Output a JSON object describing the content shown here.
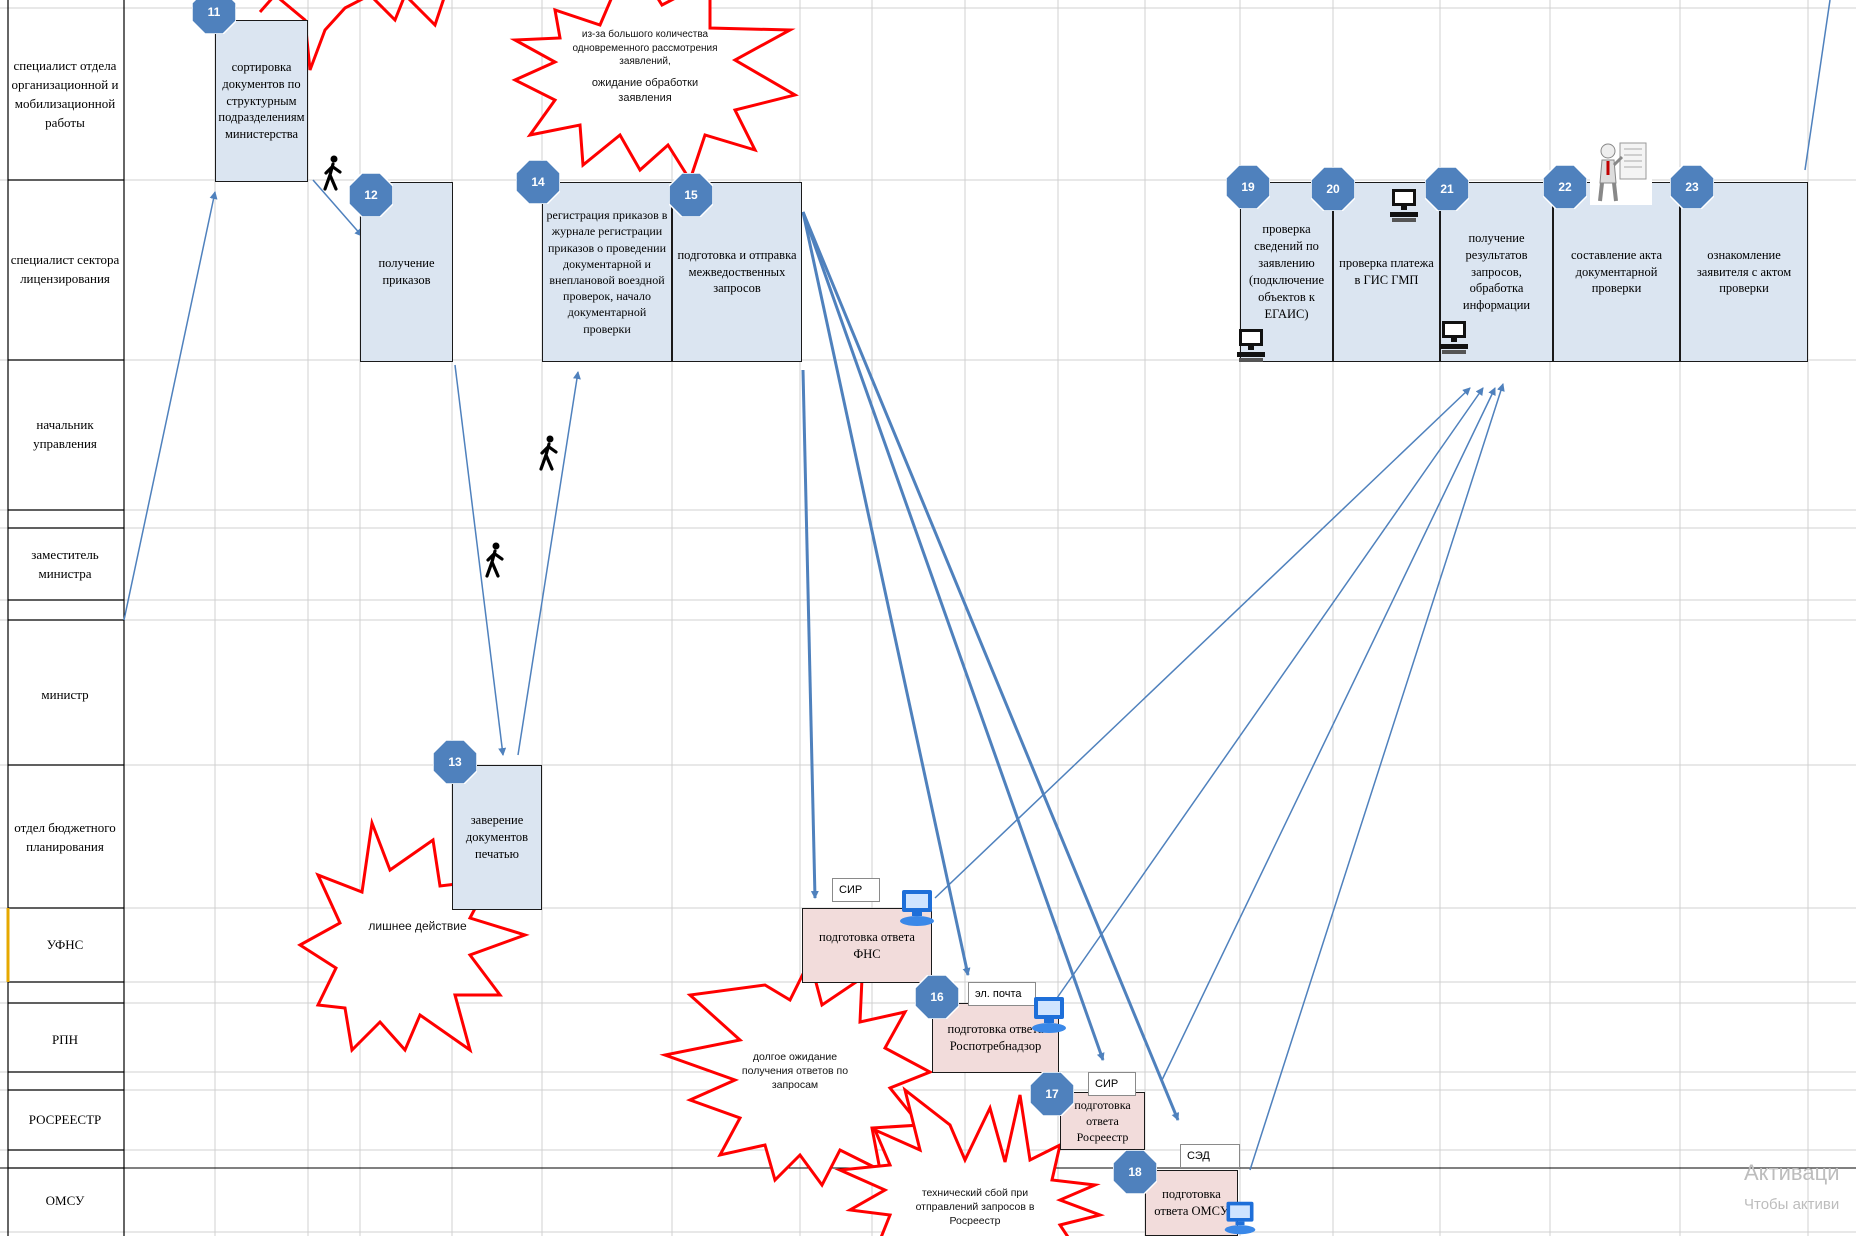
{
  "lanes": [
    {
      "id": "org",
      "label": "специалист отдела организационной и мобилизационной работы"
    },
    {
      "id": "lic",
      "label": "специалист сектора лицензирования"
    },
    {
      "id": "head",
      "label": "начальник управления"
    },
    {
      "id": "deputy",
      "label": "заместитель министра"
    },
    {
      "id": "minister",
      "label": "министр"
    },
    {
      "id": "budget",
      "label": "отдел бюджетного планирования"
    },
    {
      "id": "ufns",
      "label": "УФНС"
    },
    {
      "id": "rpn",
      "label": "РПН"
    },
    {
      "id": "rosreestr",
      "label": "РОСРЕЕСТР"
    },
    {
      "id": "omsu",
      "label": "ОМСУ"
    }
  ],
  "steps": [
    {
      "num": "11",
      "label": "сортировка документов по структурным подразделениям министерства"
    },
    {
      "num": "12",
      "label": "получение приказов"
    },
    {
      "num": "13",
      "label": "заверение документов печатью"
    },
    {
      "num": "14",
      "label": "регистрация приказов в журнале регистрации приказов о проведении документарной и внеплановой воездной проверок, начало документарной проверки"
    },
    {
      "num": "15",
      "label": "подготовка и отправка межведоственных запросов"
    },
    {
      "num": "16",
      "label": "подготовка ответа Роспотребнадзор"
    },
    {
      "num": "17",
      "label": "подготовка ответа Росреестр"
    },
    {
      "num": "18",
      "label": "подготовка ответа ОМСУ"
    },
    {
      "num": "19",
      "label": "проверка сведений по заявлению (подключение объектов к ЕГАИС)"
    },
    {
      "num": "20",
      "label": "проверка платежа в ГИС ГМП"
    },
    {
      "num": "21",
      "label": "получение результатов запросов, обработка информации"
    },
    {
      "num": "22",
      "label": "составление акта документарной проверки"
    },
    {
      "num": "23",
      "label": "ознакомление заявителя с актом проверки"
    }
  ],
  "fns_box": {
    "label": "подготовка ответа ФНС"
  },
  "tags": {
    "sir1": "СИР",
    "email": "эл. почта",
    "sir2": "СИР",
    "sed": "СЭД"
  },
  "problems": {
    "wait_processing_a": "из-за большого количества одновременного рассмотрения заявлений,",
    "wait_processing_b": "ожидание обработки заявления",
    "extra_action": "лишнее действие",
    "long_wait": "долгое ожидание получения ответов по запросам",
    "tech_failure": "технический сбой при отправлений запросов в Росреестр"
  },
  "watermark": {
    "line1": "Активаци",
    "line2": "Чтобы активи"
  },
  "colors": {
    "box_blue": "#dbe5f1",
    "box_pink": "#f2dcdb",
    "badge": "#4f81bd",
    "arrow": "#4f81bd",
    "star_stroke": "#ff0000",
    "grid": "#d0d0d0"
  },
  "icons": [
    "walking-person-icon",
    "computer-icon",
    "presenter-icon"
  ]
}
